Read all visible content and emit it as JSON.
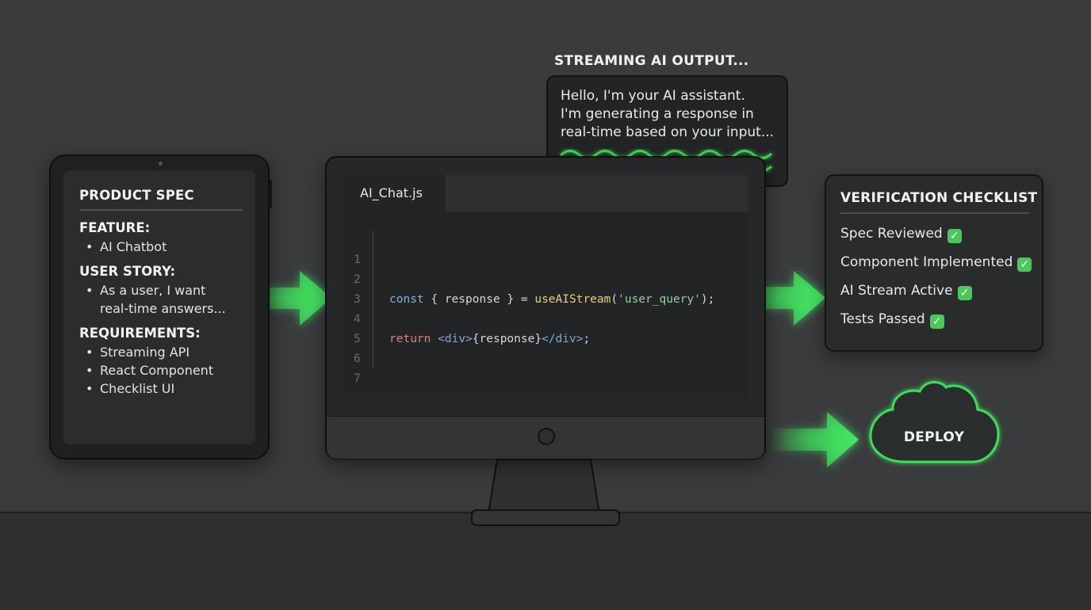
{
  "product_spec": {
    "title": "PRODUCT SPEC",
    "feature_heading": "FEATURE:",
    "feature_items": [
      "AI Chatbot"
    ],
    "user_story_heading": "USER STORY:",
    "user_story_line1": "As a user, I want",
    "user_story_line2": "real-time answers...",
    "requirements_heading": "REQUIREMENTS:",
    "requirements_items": [
      "Streaming API",
      "React Component",
      "Checklist UI"
    ],
    "bullet": "•"
  },
  "editor": {
    "tab_label": "AI_Chat.js",
    "line_numbers": [
      "1",
      "2",
      "3",
      "4",
      "5",
      "6",
      "7"
    ],
    "line2": {
      "kw": "const",
      "destructure": " { response } = ",
      "fn": "useAIStream",
      "open": "(",
      "str": "'user_query'",
      "close": ");"
    },
    "line4": {
      "kw": "return",
      "sp": " ",
      "tag_open": "<div>",
      "expr": "{response}",
      "tag_close": "</div>",
      "end": ";"
    }
  },
  "stream": {
    "title": "STREAMING AI OUTPUT...",
    "lines": [
      "Hello, I'm your AI assistant.",
      "I'm generating a response in",
      "real-time based on your input..."
    ]
  },
  "checklist": {
    "title": "VERIFICATION CHECKLIST",
    "items": [
      "Spec Reviewed",
      "Component Implemented",
      "AI Stream Active",
      "Tests Passed"
    ],
    "check_glyph": "✓"
  },
  "deploy": {
    "label": "DEPLOY"
  },
  "colors": {
    "accent_green": "#3ddc5a",
    "background": "#3a3b3d",
    "check_green": "#4cc85a"
  }
}
